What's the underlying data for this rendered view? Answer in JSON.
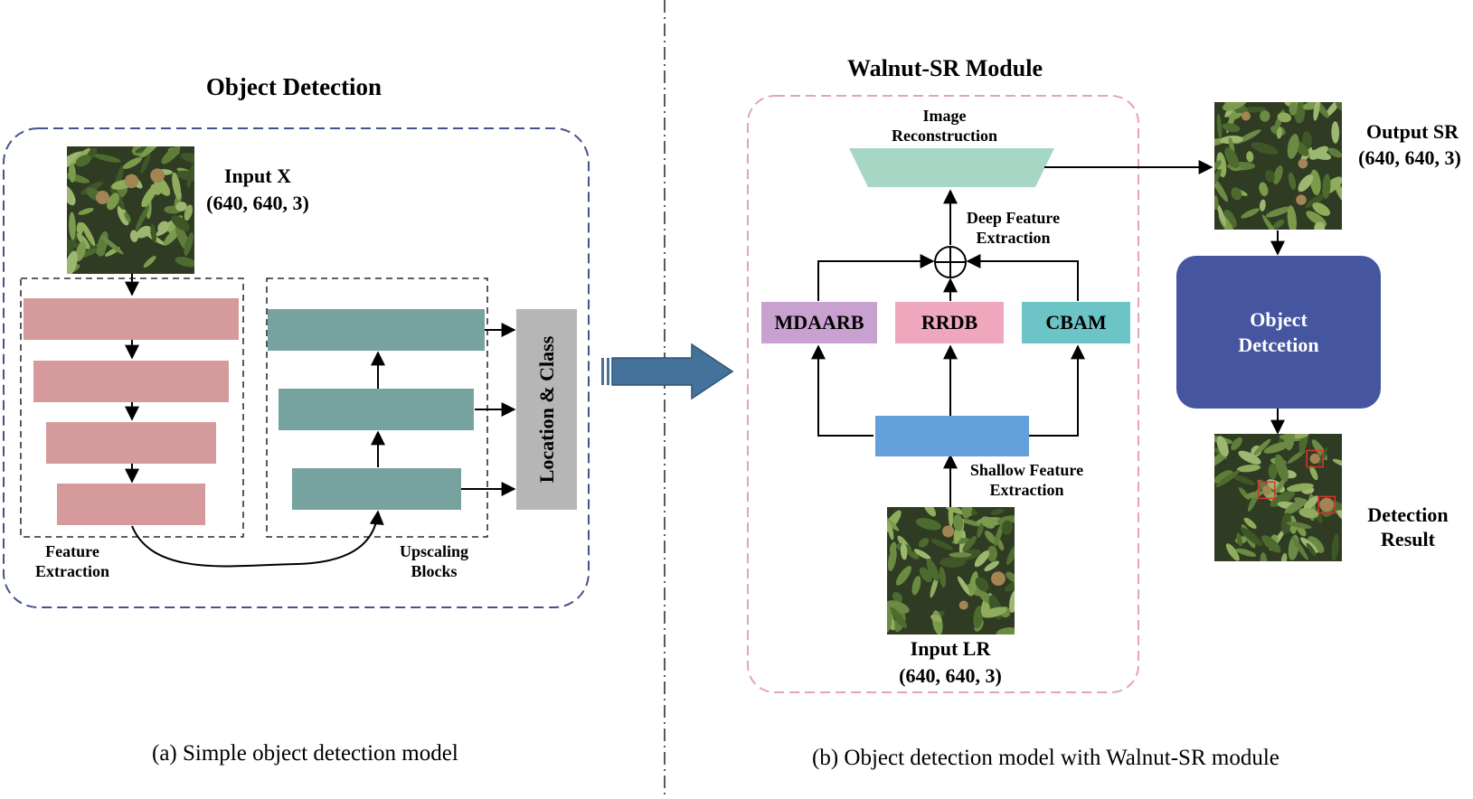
{
  "left_panel": {
    "title": "Object Detection",
    "input_label": "Input X",
    "input_shape": "(640, 640, 3)",
    "feature_group_label": [
      "Feature",
      "Extraction"
    ],
    "upscale_group_label": [
      "Upscaling",
      "Blocks"
    ],
    "output_box_label": "Location & Class",
    "caption": "(a) Simple object detection model"
  },
  "right_panel": {
    "title": "Walnut-SR Module",
    "reconstruction_label": [
      "Image",
      "Reconstruction"
    ],
    "deep_feature_label": [
      "Deep Feature",
      "Extraction"
    ],
    "shallow_feature_label": [
      "Shallow Feature",
      "Extraction"
    ],
    "blocks": [
      "MDAARB",
      "RRDB",
      "CBAM"
    ],
    "input_label": "Input LR",
    "input_shape": "(640, 640, 3)",
    "output_label": "Output SR",
    "output_shape": "(640, 640, 3)",
    "detector_label": [
      "Object",
      "Detcetion"
    ],
    "result_label": [
      "Detection",
      "Result"
    ],
    "caption": "(b) Object detection model with Walnut-SR module"
  },
  "colors": {
    "feature_blocks": "#d59a9c",
    "upscale_blocks": "#76a29f",
    "location_box": "#b6b6b6",
    "left_frame": "#44528e",
    "right_frame": "#e6a3b7",
    "transition_arrow": "#44729a",
    "reconstruction": "#a6d6c4",
    "mdaarb": "#c9a1d1",
    "rrdb": "#eea7bd",
    "cbam": "#6cc4c6",
    "shallow_block": "#64a0dc",
    "detector": "#4555a0"
  },
  "icons": [
    "walnut-tree-photo",
    "plus-circle-icon",
    "right-arrow-icon"
  ]
}
